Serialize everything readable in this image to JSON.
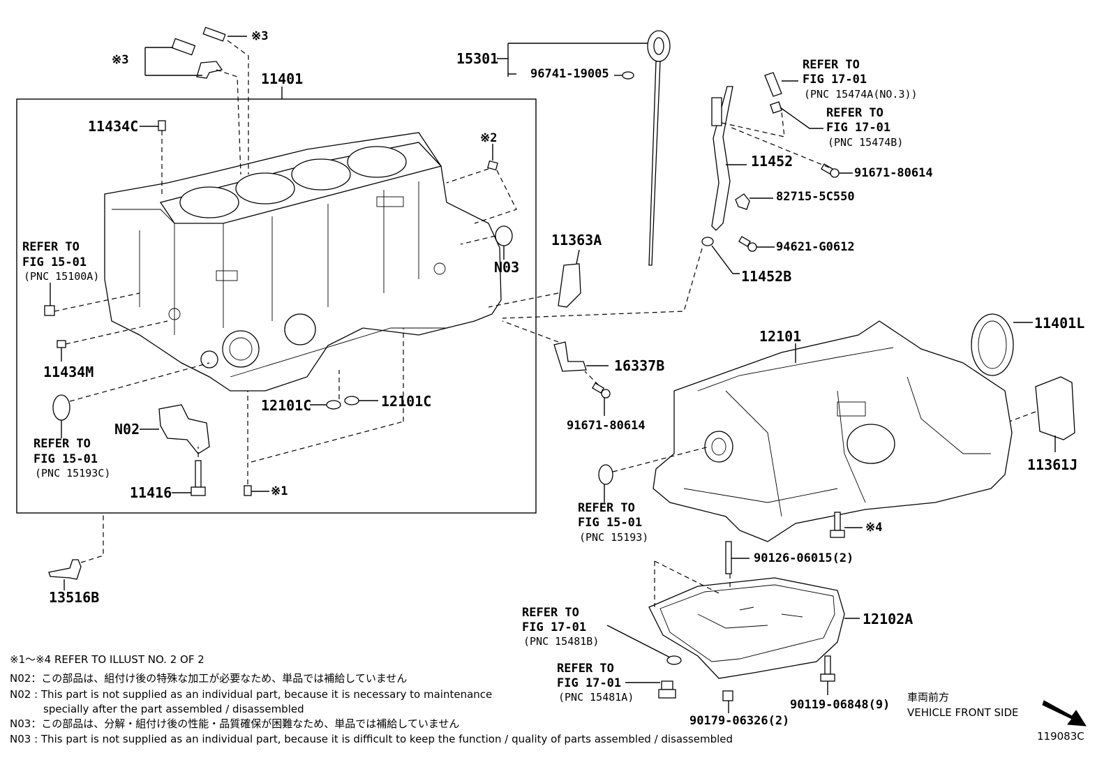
{
  "labels": {
    "p15301": "15301",
    "p96741": "96741-19005",
    "p11401": "11401",
    "p11434C": "11434C",
    "sym3a": "※3",
    "sym3b": "※3",
    "sym2": "※2",
    "sym1": "※1",
    "sym4": "※4",
    "ref1501a_1": "REFER TO",
    "ref1501a_2": "FIG 15-01",
    "ref1501a_3": "(PNC 15100A)",
    "p11434M": "11434M",
    "ref15193c_1": "REFER TO",
    "ref15193c_2": "FIG 15-01",
    "ref15193c_3": "(PNC 15193C)",
    "pN02": "N02",
    "p11416": "11416",
    "p13516B": "13516B",
    "p12101C_a": "12101C",
    "p12101C_b": "12101C",
    "p11363A": "11363A",
    "pN03": "N03",
    "p16337B": "16337B",
    "p91671a": "91671-80614",
    "ref1701a_1": "REFER TO",
    "ref1701a_2": "FIG 17-01",
    "ref1701a_3": "(PNC 15474A(NO.3))",
    "ref1701b_1": "REFER TO",
    "ref1701b_2": "FIG 17-01",
    "ref1701b_3": "(PNC 15474B)",
    "p11452": "11452",
    "p91671b": "91671-80614",
    "p82715": "82715-5C550",
    "p94621": "94621-G0612",
    "p11452B": "11452B",
    "p11401L": "11401L",
    "p12101": "12101",
    "p11361J": "11361J",
    "ref15193_1": "REFER TO",
    "ref15193_2": "FIG 15-01",
    "ref15193_3": "(PNC 15193)",
    "p90126": "90126-06015(2)",
    "p12102A": "12102A",
    "ref15481b_1": "REFER TO",
    "ref15481b_2": "FIG 17-01",
    "ref15481b_3": "(PNC 15481B)",
    "ref15481a_1": "REFER TO",
    "ref15481a_2": "FIG 17-01",
    "ref15481a_3": "(PNC 15481A)",
    "p90179": "90179-06326(2)",
    "p90119": "90119-06848(9)",
    "front_jp": "車両前方",
    "front_en": "VEHICLE FRONT SIDE",
    "illust_no": "119083C"
  },
  "notes": {
    "n1": "※1～※4  REFER TO ILLUST NO. 2 OF 2",
    "n2": "N02：この部品は、組付け後の特殊な加工が必要なため、単品では補給していません",
    "n3": "N02 : This part is not supplied as an individual part, because it is necessary to maintenance",
    "n4": "specially after the part assembled / disassembled",
    "n5": "N03：この部品は、分解・組付け後の性能・品質確保が困難なため、単品では補給していません",
    "n6": "N03 : This part is not supplied as an individual part, because it is difficult to keep the function / quality of parts  assembled / disassembled"
  }
}
